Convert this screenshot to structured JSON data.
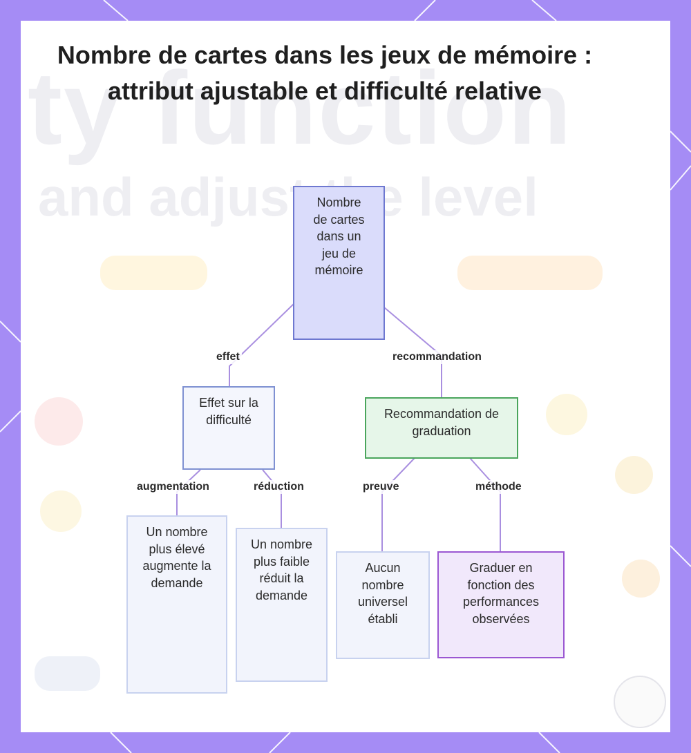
{
  "title": "Nombre de cartes dans les jeux de mémoire : attribut ajustable et difficulté relative",
  "nodes": {
    "root": "Nombre de cartes dans un jeu de mémoire",
    "effet": "Effet sur la difficulté",
    "recommandation": "Recommandation de graduation",
    "augmentation": "Un nombre plus élevé augmente la demande",
    "reduction": "Un nombre plus faible réduit la demande",
    "preuve": "Aucun nombre universel établi",
    "methode": "Graduer en fonction des performances observées"
  },
  "edges": {
    "effet": "effet",
    "recommandation": "recommandation",
    "augmentation": "augmentation",
    "reduction": "réduction",
    "preuve": "preuve",
    "methode": "méthode"
  },
  "colors": {
    "frame": "#a58cf5",
    "connector": "#a98fe0",
    "root_fill": "#dadcfb",
    "recommandation_fill": "#e6f6e9",
    "methode_fill": "#f1e8fb"
  }
}
